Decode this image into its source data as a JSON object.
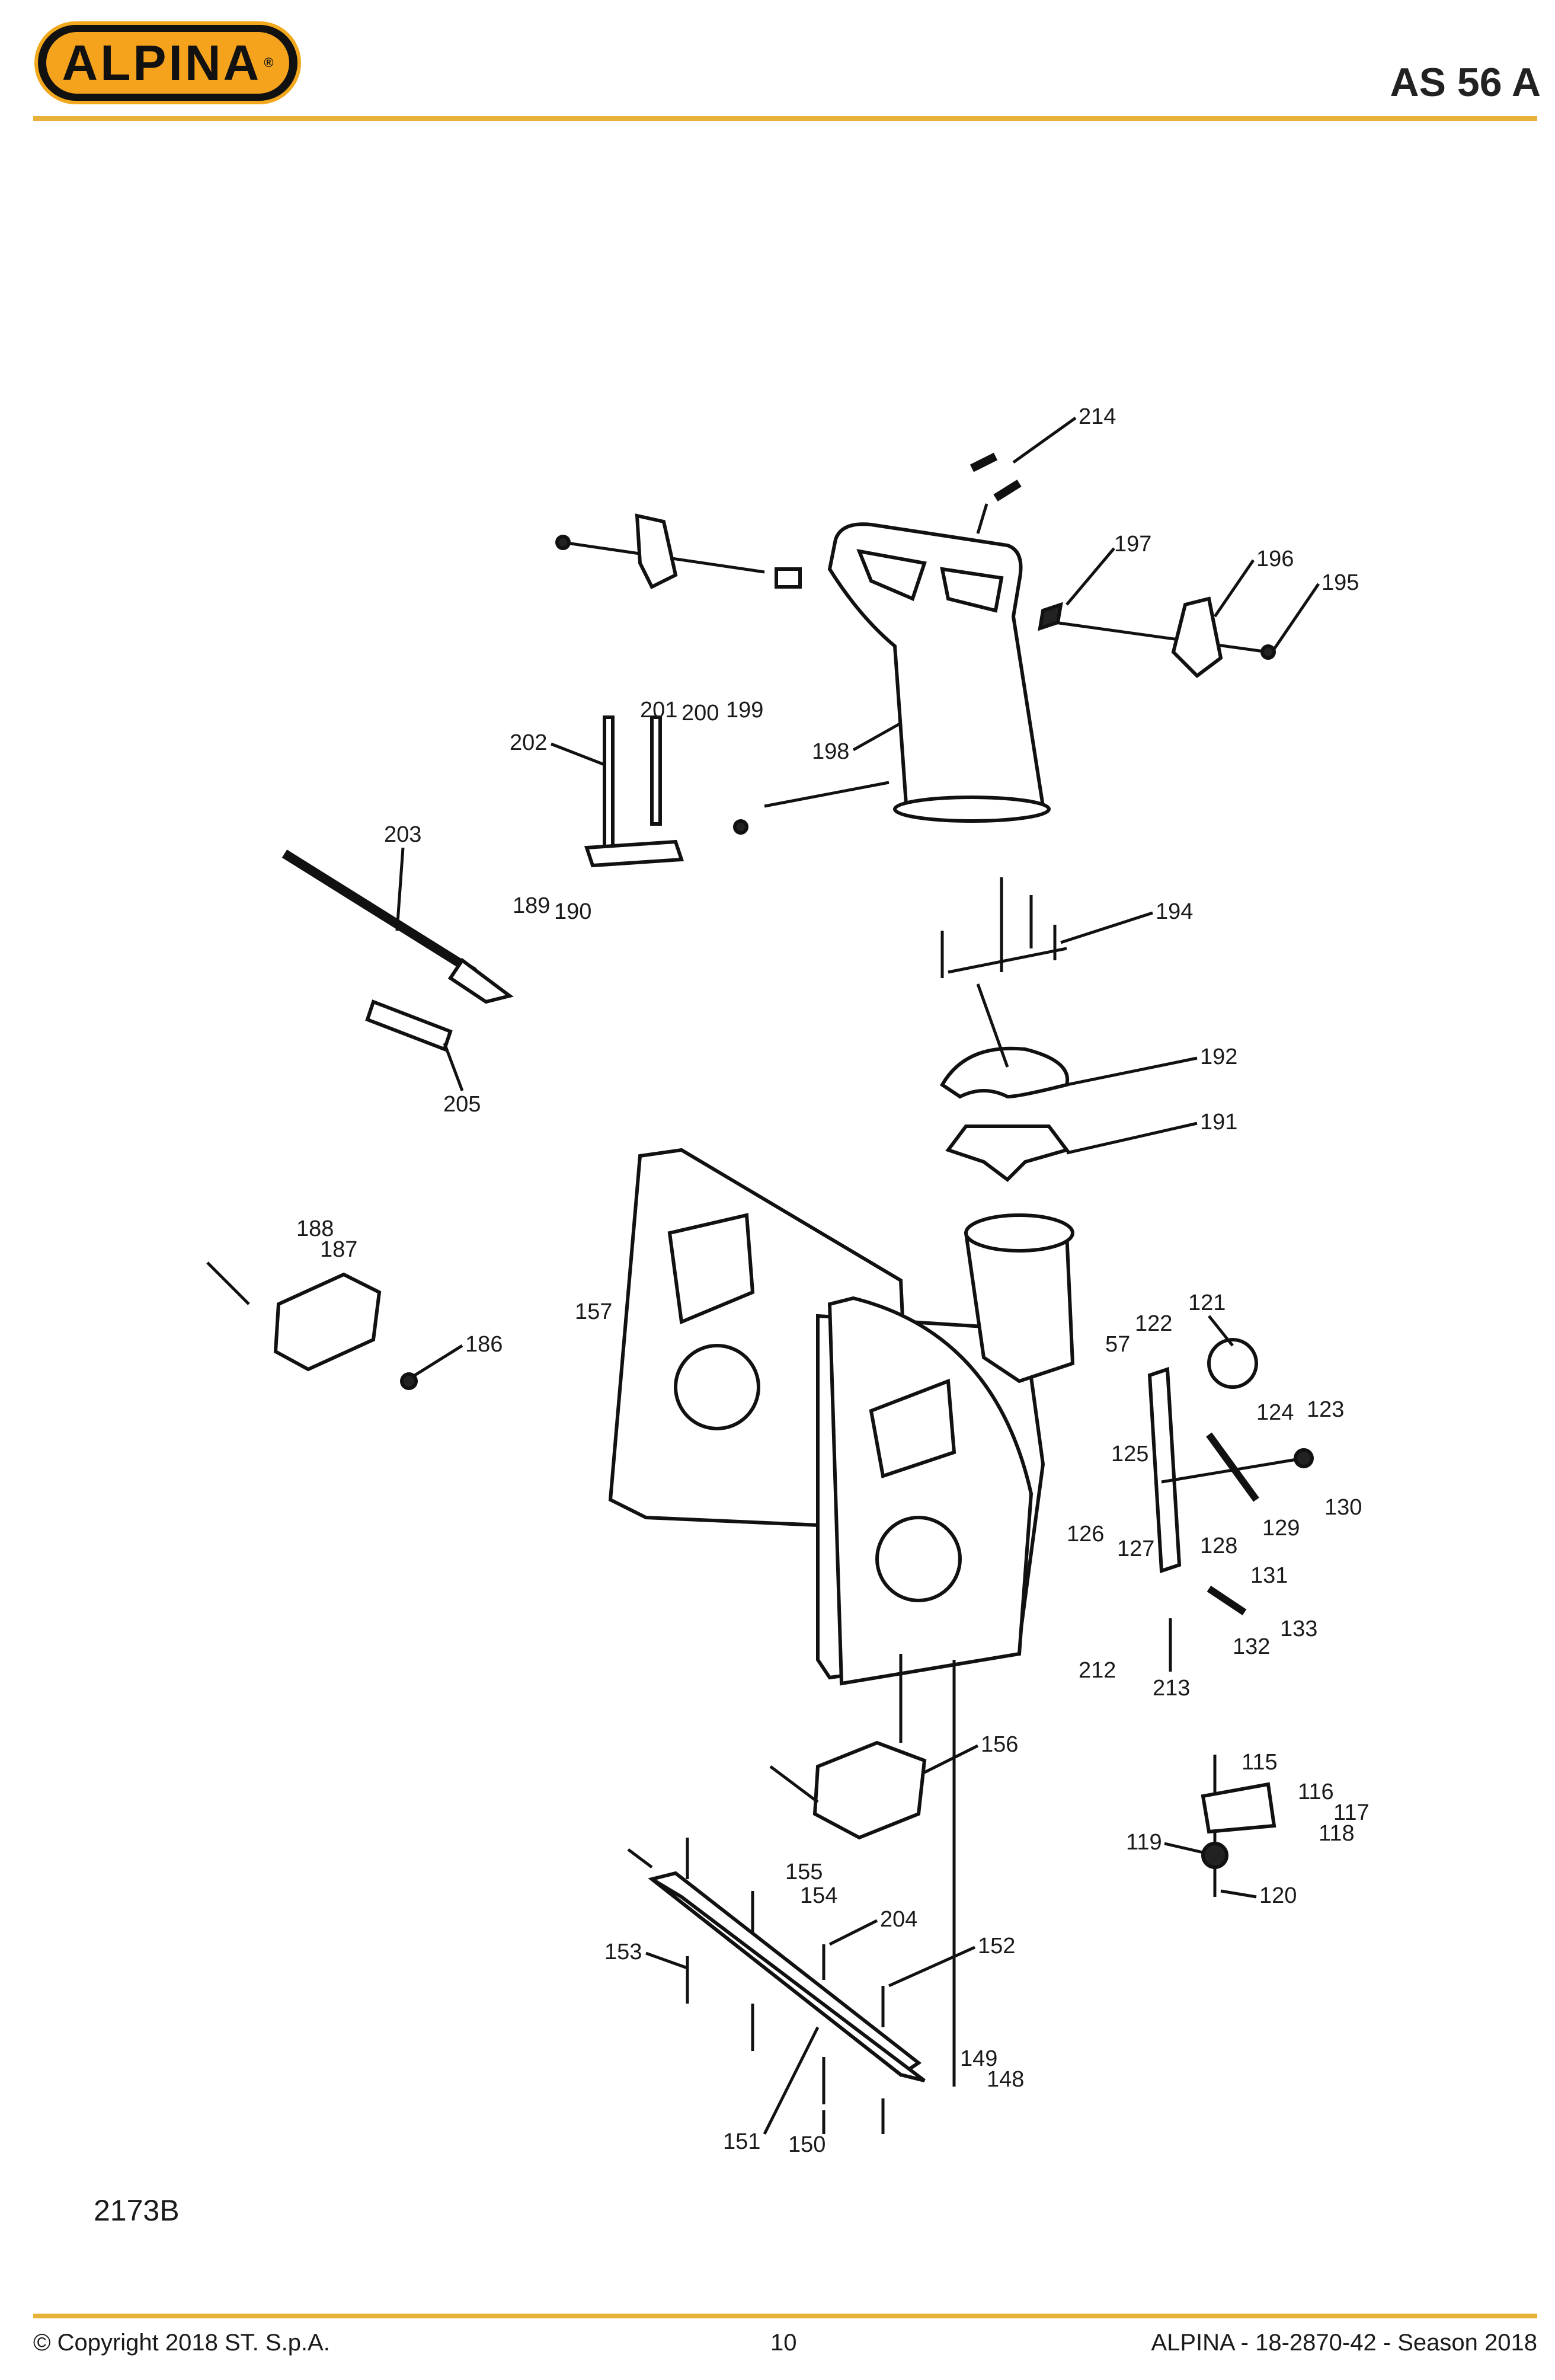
{
  "header": {
    "brand": "ALPINA",
    "registered": "®",
    "model": "AS 56 A"
  },
  "diagram": {
    "figure_code": "2173B",
    "callouts": [
      "214",
      "197",
      "196",
      "195",
      "198",
      "202",
      "201",
      "200",
      "199",
      "189",
      "190",
      "203",
      "205",
      "194",
      "192",
      "191",
      "188",
      "187",
      "186",
      "157",
      "121",
      "122",
      "57",
      "124",
      "123",
      "125",
      "130",
      "129",
      "126",
      "127",
      "128",
      "131",
      "133",
      "132",
      "212",
      "213",
      "156",
      "115",
      "116",
      "117",
      "118",
      "119",
      "120",
      "155",
      "154",
      "204",
      "153",
      "152",
      "149",
      "148",
      "151",
      "150"
    ]
  },
  "footer": {
    "copyright": "© Copyright 2018 ST. S.p.A.",
    "page": "10",
    "doc_ref": "ALPINA - 18-2870-42 - Season 2018"
  },
  "colors": {
    "accent": "#e8b23a",
    "logo_fill": "#f5a21c",
    "logo_dark": "#111111"
  }
}
